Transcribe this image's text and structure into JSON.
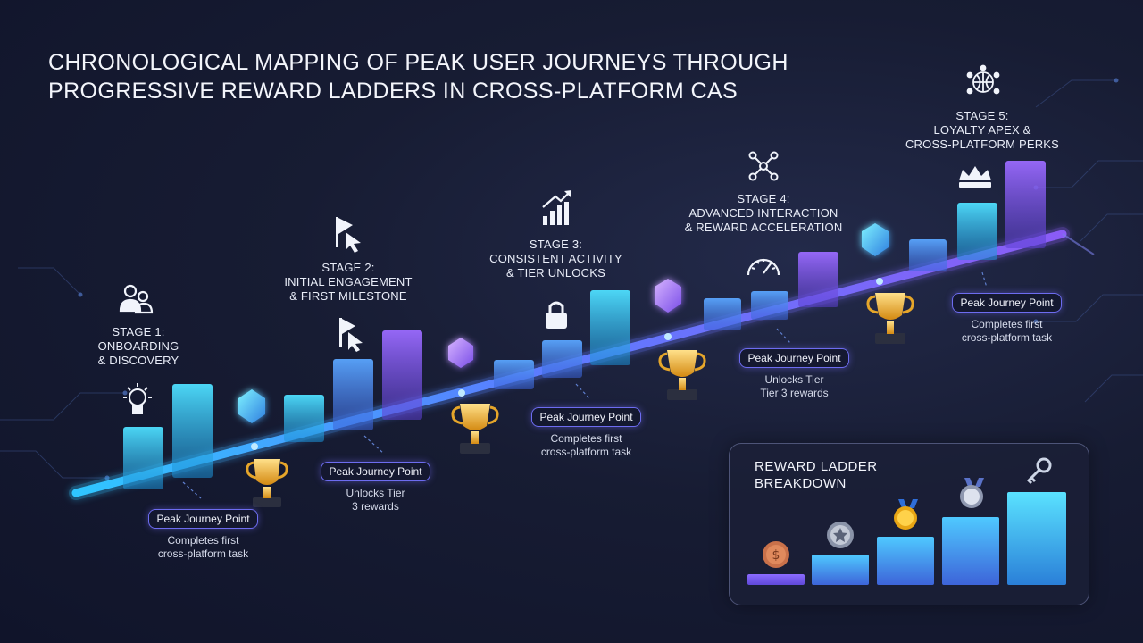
{
  "title": {
    "line1": "CHRONOLOGICAL MAPPING OF PEAK USER JOURNEYS THROUGH",
    "line2": "PROGRESSIVE REWARD LADDERS IN CROSS-PLATFORM CAS"
  },
  "stages": [
    {
      "id": "stage-1",
      "lines": [
        "STAGE 1:",
        "ONBOARDING",
        "& DISCOVERY"
      ],
      "icon": "users-icon"
    },
    {
      "id": "stage-2",
      "lines": [
        "STAGE 2:",
        "INITIAL ENGAGEMENT",
        "& FIRST MILESTONE"
      ],
      "icon": "flag-cursor-icon"
    },
    {
      "id": "stage-3",
      "lines": [
        "STAGE 3:",
        "CONSISTENT ACTIVITY",
        "& TIER UNLOCKS"
      ],
      "icon": "growth-chart-icon"
    },
    {
      "id": "stage-4",
      "lines": [
        "STAGE 4:",
        "ADVANCED INTERACTION",
        "& REWARD ACCELERATION"
      ],
      "icon": "network-nodes-icon"
    },
    {
      "id": "stage-5",
      "lines": [
        "STAGE 5:",
        "LOYALTY APEX &",
        "CROSS-PLATFORM PERKS"
      ],
      "icon": "globe-network-icon"
    }
  ],
  "callouts": [
    {
      "label": "Peak Journey Point",
      "lines": [
        "Completes first",
        "cross-platform task"
      ]
    },
    {
      "label": "Peak Journey Point",
      "lines": [
        "Unlocks Tier",
        "3 rewards"
      ]
    },
    {
      "label": "Peak Journey Point",
      "lines": [
        "Completes first",
        "cross-platform task"
      ]
    },
    {
      "label": "Peak Journey Point",
      "lines": [
        "Unlocks Tier",
        "Tier 3 rewards"
      ]
    },
    {
      "label": "Peak Journey Point",
      "lines": [
        "Completes first",
        "cross-platform task"
      ]
    }
  ],
  "panel": {
    "title_line1": "REWARD LADDER",
    "title_line2": "BREAKDOWN",
    "tiers": [
      {
        "icon": "bronze-coin-icon",
        "level": 1
      },
      {
        "icon": "silver-star-badge-icon",
        "level": 2
      },
      {
        "icon": "gold-medal-icon",
        "level": 3
      },
      {
        "icon": "platinum-medal-icon",
        "level": 4
      },
      {
        "icon": "key-icon",
        "level": 5
      }
    ]
  },
  "colors": {
    "cyan": "#3fd0ff",
    "blue": "#4f8cff",
    "purple": "#8a5cf6",
    "gold": "#f2b632",
    "accent_border": "#6d6cf0"
  }
}
